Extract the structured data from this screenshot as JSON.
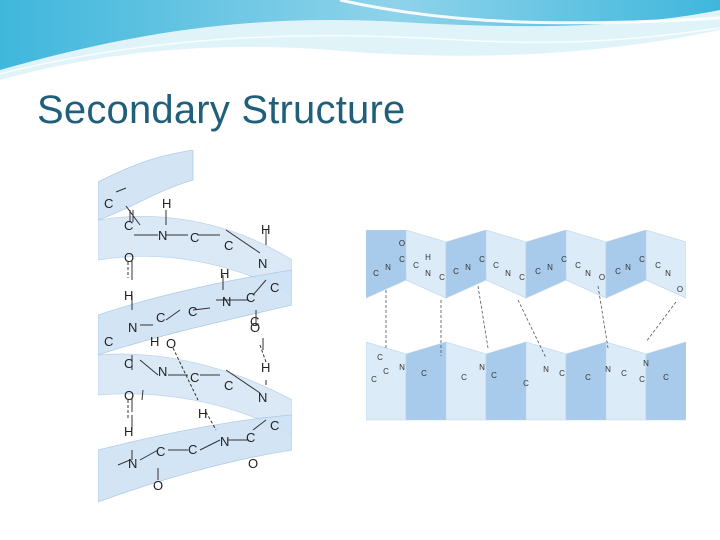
{
  "slide": {
    "title": "Secondary Structure",
    "theme_colors": {
      "title": "#1f5f7a",
      "wave_light": "#dff3f9",
      "wave_mid": "#8fd3ea",
      "wave_dark": "#3fb7dc",
      "ribbon": "#cfe2f5",
      "sheet_dark": "#a9cbeb",
      "sheet_light": "#dcebf8"
    }
  },
  "helix": {
    "rows": [
      {
        "items": [
          "C",
          "H"
        ]
      },
      {
        "items": [
          "C",
          "N",
          "C",
          "C",
          "H"
        ]
      },
      {
        "items": [
          "O",
          "N"
        ]
      },
      {
        "items": [
          "H",
          "C"
        ]
      },
      {
        "items": [
          "H",
          "N",
          "C",
          "C",
          "C"
        ]
      },
      {
        "items": [
          "N",
          "C",
          "C",
          "O"
        ]
      },
      {
        "items": [
          "C",
          "H",
          "O"
        ]
      },
      {
        "items": [
          "C",
          "N",
          "C",
          "C",
          "H"
        ]
      },
      {
        "items": [
          "O",
          "N"
        ]
      },
      {
        "items": [
          "H",
          "C"
        ]
      },
      {
        "items": [
          "H",
          "N",
          "C"
        ]
      },
      {
        "items": [
          "N",
          "C",
          "C",
          "O"
        ]
      },
      {
        "items": [
          "O"
        ]
      }
    ]
  },
  "sheet": {
    "top_strand": [
      "C",
      "N",
      "C",
      "C",
      "N",
      "C",
      "C",
      "N",
      "C",
      "C",
      "N",
      "C",
      "C",
      "N",
      "C",
      "C",
      "N",
      "O"
    ],
    "bottom_strand": [
      "C",
      "C",
      "N",
      "C",
      "C",
      "N",
      "C",
      "C",
      "N",
      "C",
      "C",
      "N",
      "C",
      "C",
      "N",
      "C",
      "N",
      "C"
    ],
    "substituents": [
      "H",
      "O"
    ]
  }
}
